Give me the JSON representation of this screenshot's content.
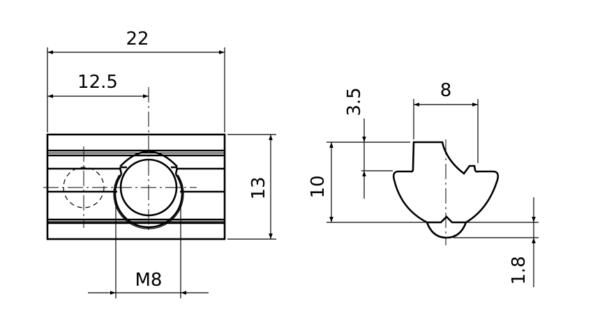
{
  "drawing": {
    "front_view": {
      "width_label": "22",
      "hole_offset_label": "12.5",
      "height_label": "13",
      "thread_label": "M8"
    },
    "side_view": {
      "top_width_label": "8",
      "step_height_label": "3.5",
      "body_height_label": "10",
      "bump_height_label": "1.8"
    }
  }
}
